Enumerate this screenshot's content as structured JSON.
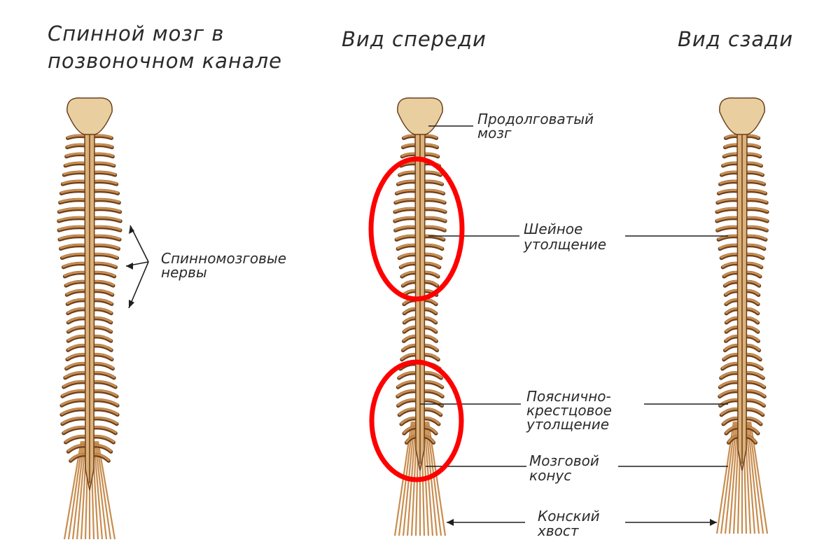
{
  "headings": {
    "left_line1": "Спинной мозг в",
    "left_line2": "позвоночном канале",
    "center": "Вид спереди",
    "right": "Вид сзади"
  },
  "labels": {
    "spinal_nerves_line1": "Спинномозговые",
    "spinal_nerves_line2": "нервы",
    "medulla_line1": "Продолговатый",
    "medulla_line2": "мозг",
    "cervical_line1": "Шейное",
    "cervical_line2": "утолщение",
    "lumbosacral_line1": "Пояснично-",
    "lumbosacral_line2": "крестцовое",
    "lumbosacral_line3": "утолщение",
    "conus_line1": "Мозговой",
    "conus_line2": "конус",
    "cauda_line1": "Конский",
    "cauda_line2": "хвост"
  },
  "colors": {
    "bone": "#e9cfa0",
    "nerve": "#c88d4f",
    "nerve_dark": "#6b3f1c",
    "cord": "#dcb27a",
    "highlight": "#ff0000",
    "leader": "#1f1f1f"
  }
}
